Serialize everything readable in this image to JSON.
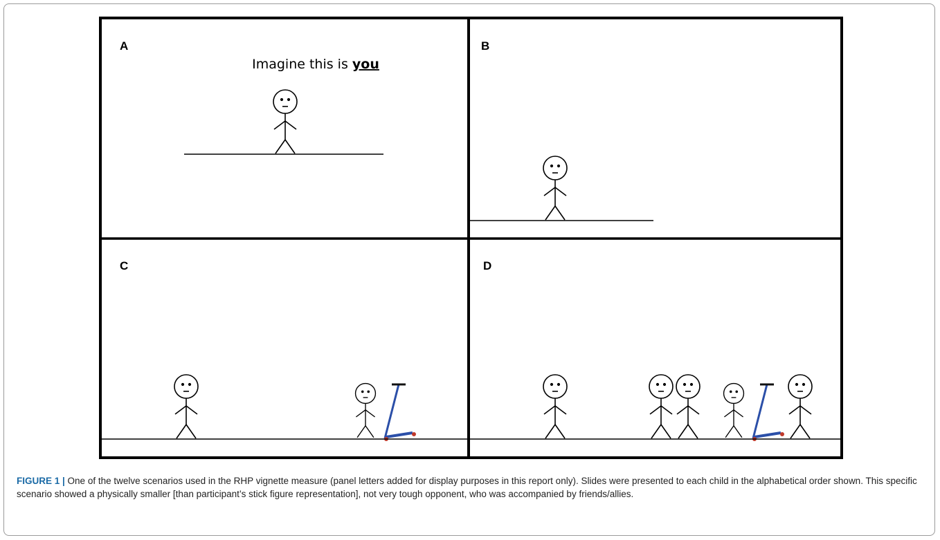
{
  "panels": {
    "a": {
      "letter": "A",
      "text_prefix": "Imagine this is ",
      "text_emph": "you"
    },
    "b": {
      "letter": "B"
    },
    "c": {
      "letter": "C"
    },
    "d": {
      "letter": "D"
    }
  },
  "caption": {
    "label": "FIGURE 1 |",
    "text": " One of the twelve scenarios used in the RHP vignette measure (panel letters added for display purposes in this report only). Slides were presented to each child in the alphabetical order shown. This specific scenario showed a physically smaller [than participant’s stick figure representation], not very tough opponent, who was accompanied by friends/allies."
  },
  "colors": {
    "scooter": "#2b4fa8",
    "scooter_accent": "#c0392b",
    "caption_label": "#1a6aa6"
  }
}
